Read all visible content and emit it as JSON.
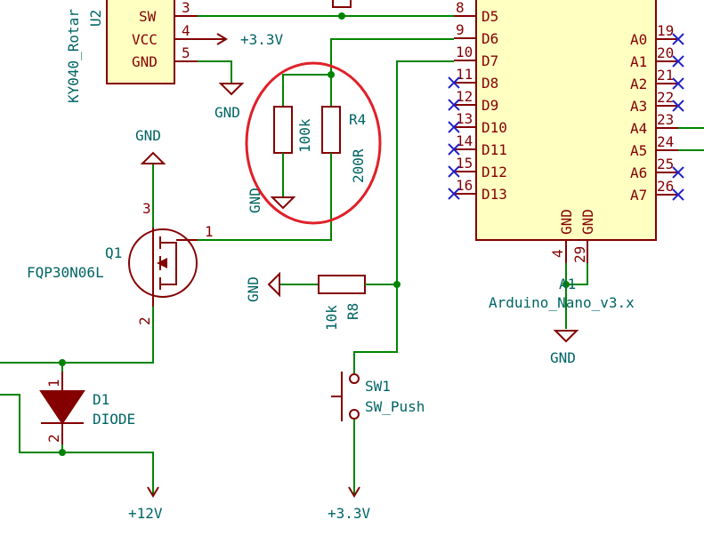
{
  "u2": {
    "ref": "U2",
    "value": "KY040_Rotar",
    "pins": [
      {
        "num": "3",
        "name": "SW"
      },
      {
        "num": "4",
        "name": "VCC"
      },
      {
        "num": "5",
        "name": "GND"
      }
    ]
  },
  "power": {
    "vcc_33_top": "+3.3V",
    "gnd_u2": "GND",
    "gnd_q1": "GND",
    "gnd_r": "GND",
    "gnd_r8": "GND",
    "gnd_nano": "GND",
    "v12": "+12V",
    "vcc_33_bottom": "+3.3V"
  },
  "r_100k": {
    "value": "100k"
  },
  "r4": {
    "ref": "R4",
    "value": "200R"
  },
  "r8": {
    "ref": "R8",
    "value": "10k"
  },
  "q1": {
    "ref": "Q1",
    "value": "FQP30N06L",
    "pins": [
      "3",
      "1",
      "2"
    ]
  },
  "d1": {
    "ref": "D1",
    "value": "DIODE",
    "pins": [
      "1",
      "2"
    ]
  },
  "sw1": {
    "ref": "SW1",
    "value": "SW_Push"
  },
  "nano": {
    "ref": "A1",
    "value": "Arduino_Nano_v3.x",
    "left_pins": [
      {
        "num": "8",
        "name": "D5"
      },
      {
        "num": "9",
        "name": "D6"
      },
      {
        "num": "10",
        "name": "D7"
      },
      {
        "num": "11",
        "name": "D8"
      },
      {
        "num": "12",
        "name": "D9"
      },
      {
        "num": "13",
        "name": "D10"
      },
      {
        "num": "14",
        "name": "D11"
      },
      {
        "num": "15",
        "name": "D12"
      },
      {
        "num": "16",
        "name": "D13"
      }
    ],
    "right_pins": [
      {
        "num": "19",
        "name": "A0"
      },
      {
        "num": "20",
        "name": "A1"
      },
      {
        "num": "21",
        "name": "A2"
      },
      {
        "num": "22",
        "name": "A3"
      },
      {
        "num": "23",
        "name": "A4"
      },
      {
        "num": "24",
        "name": "A5"
      },
      {
        "num": "25",
        "name": "A6"
      },
      {
        "num": "26",
        "name": "A7"
      }
    ],
    "bottom_pins": [
      {
        "num": "4",
        "name": "GND"
      },
      {
        "num": "29",
        "name": "GND"
      }
    ]
  },
  "annotation_color": "#e0202a"
}
